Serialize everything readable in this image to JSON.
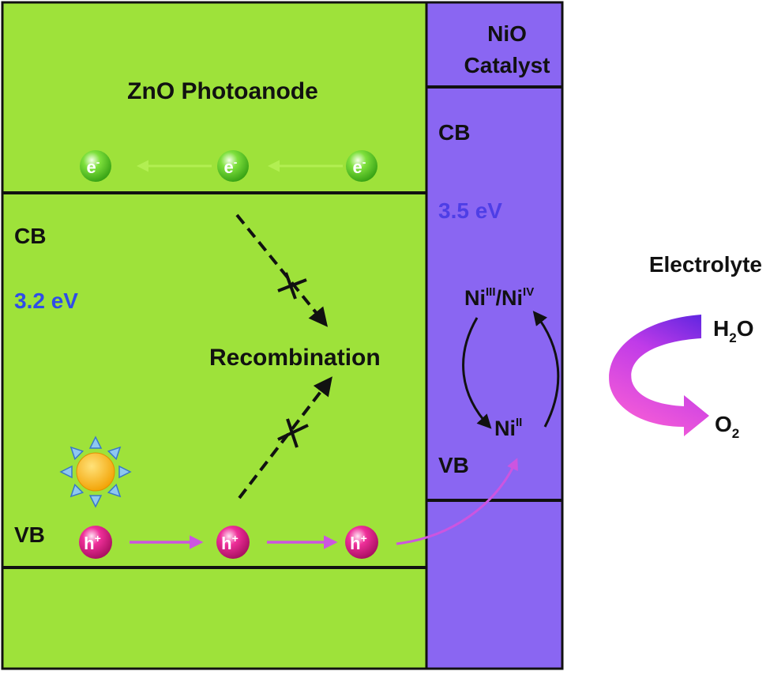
{
  "zno": {
    "title": "ZnO Photoanode",
    "cb_label": "CB",
    "vb_label": "VB",
    "band_gap": "3.2 eV",
    "electron_symbol": "e",
    "electron_charge": "-",
    "hole_symbol": "h",
    "hole_charge": "+",
    "recombination_label": "Recombination"
  },
  "nio": {
    "title_line1": "NiO",
    "title_line2": "Catalyst",
    "cb_label": "CB",
    "vb_label": "VB",
    "band_gap": "3.5 eV",
    "ni_high_base1": "Ni",
    "ni_high_sup1": "III",
    "ni_high_sep": "/",
    "ni_high_base2": "Ni",
    "ni_high_sup2": "IV",
    "ni_low_base": "Ni",
    "ni_low_sup": "II"
  },
  "electrolyte": {
    "label": "Electrolyte",
    "reactant_base": "H",
    "reactant_sub": "2",
    "reactant_tail": "O",
    "product_base": "O",
    "product_sub": "2"
  },
  "colors": {
    "zno_fill": "#9ee23a",
    "nio_fill": "#8a66f2",
    "band_gap_zno": "#2f4de8",
    "band_gap_nio": "#4e3ee6",
    "electron": "#5fd42a",
    "hole": "#e8208a",
    "hole_arrow": "#cc55e0",
    "electron_arrow": "#b2ef52"
  }
}
